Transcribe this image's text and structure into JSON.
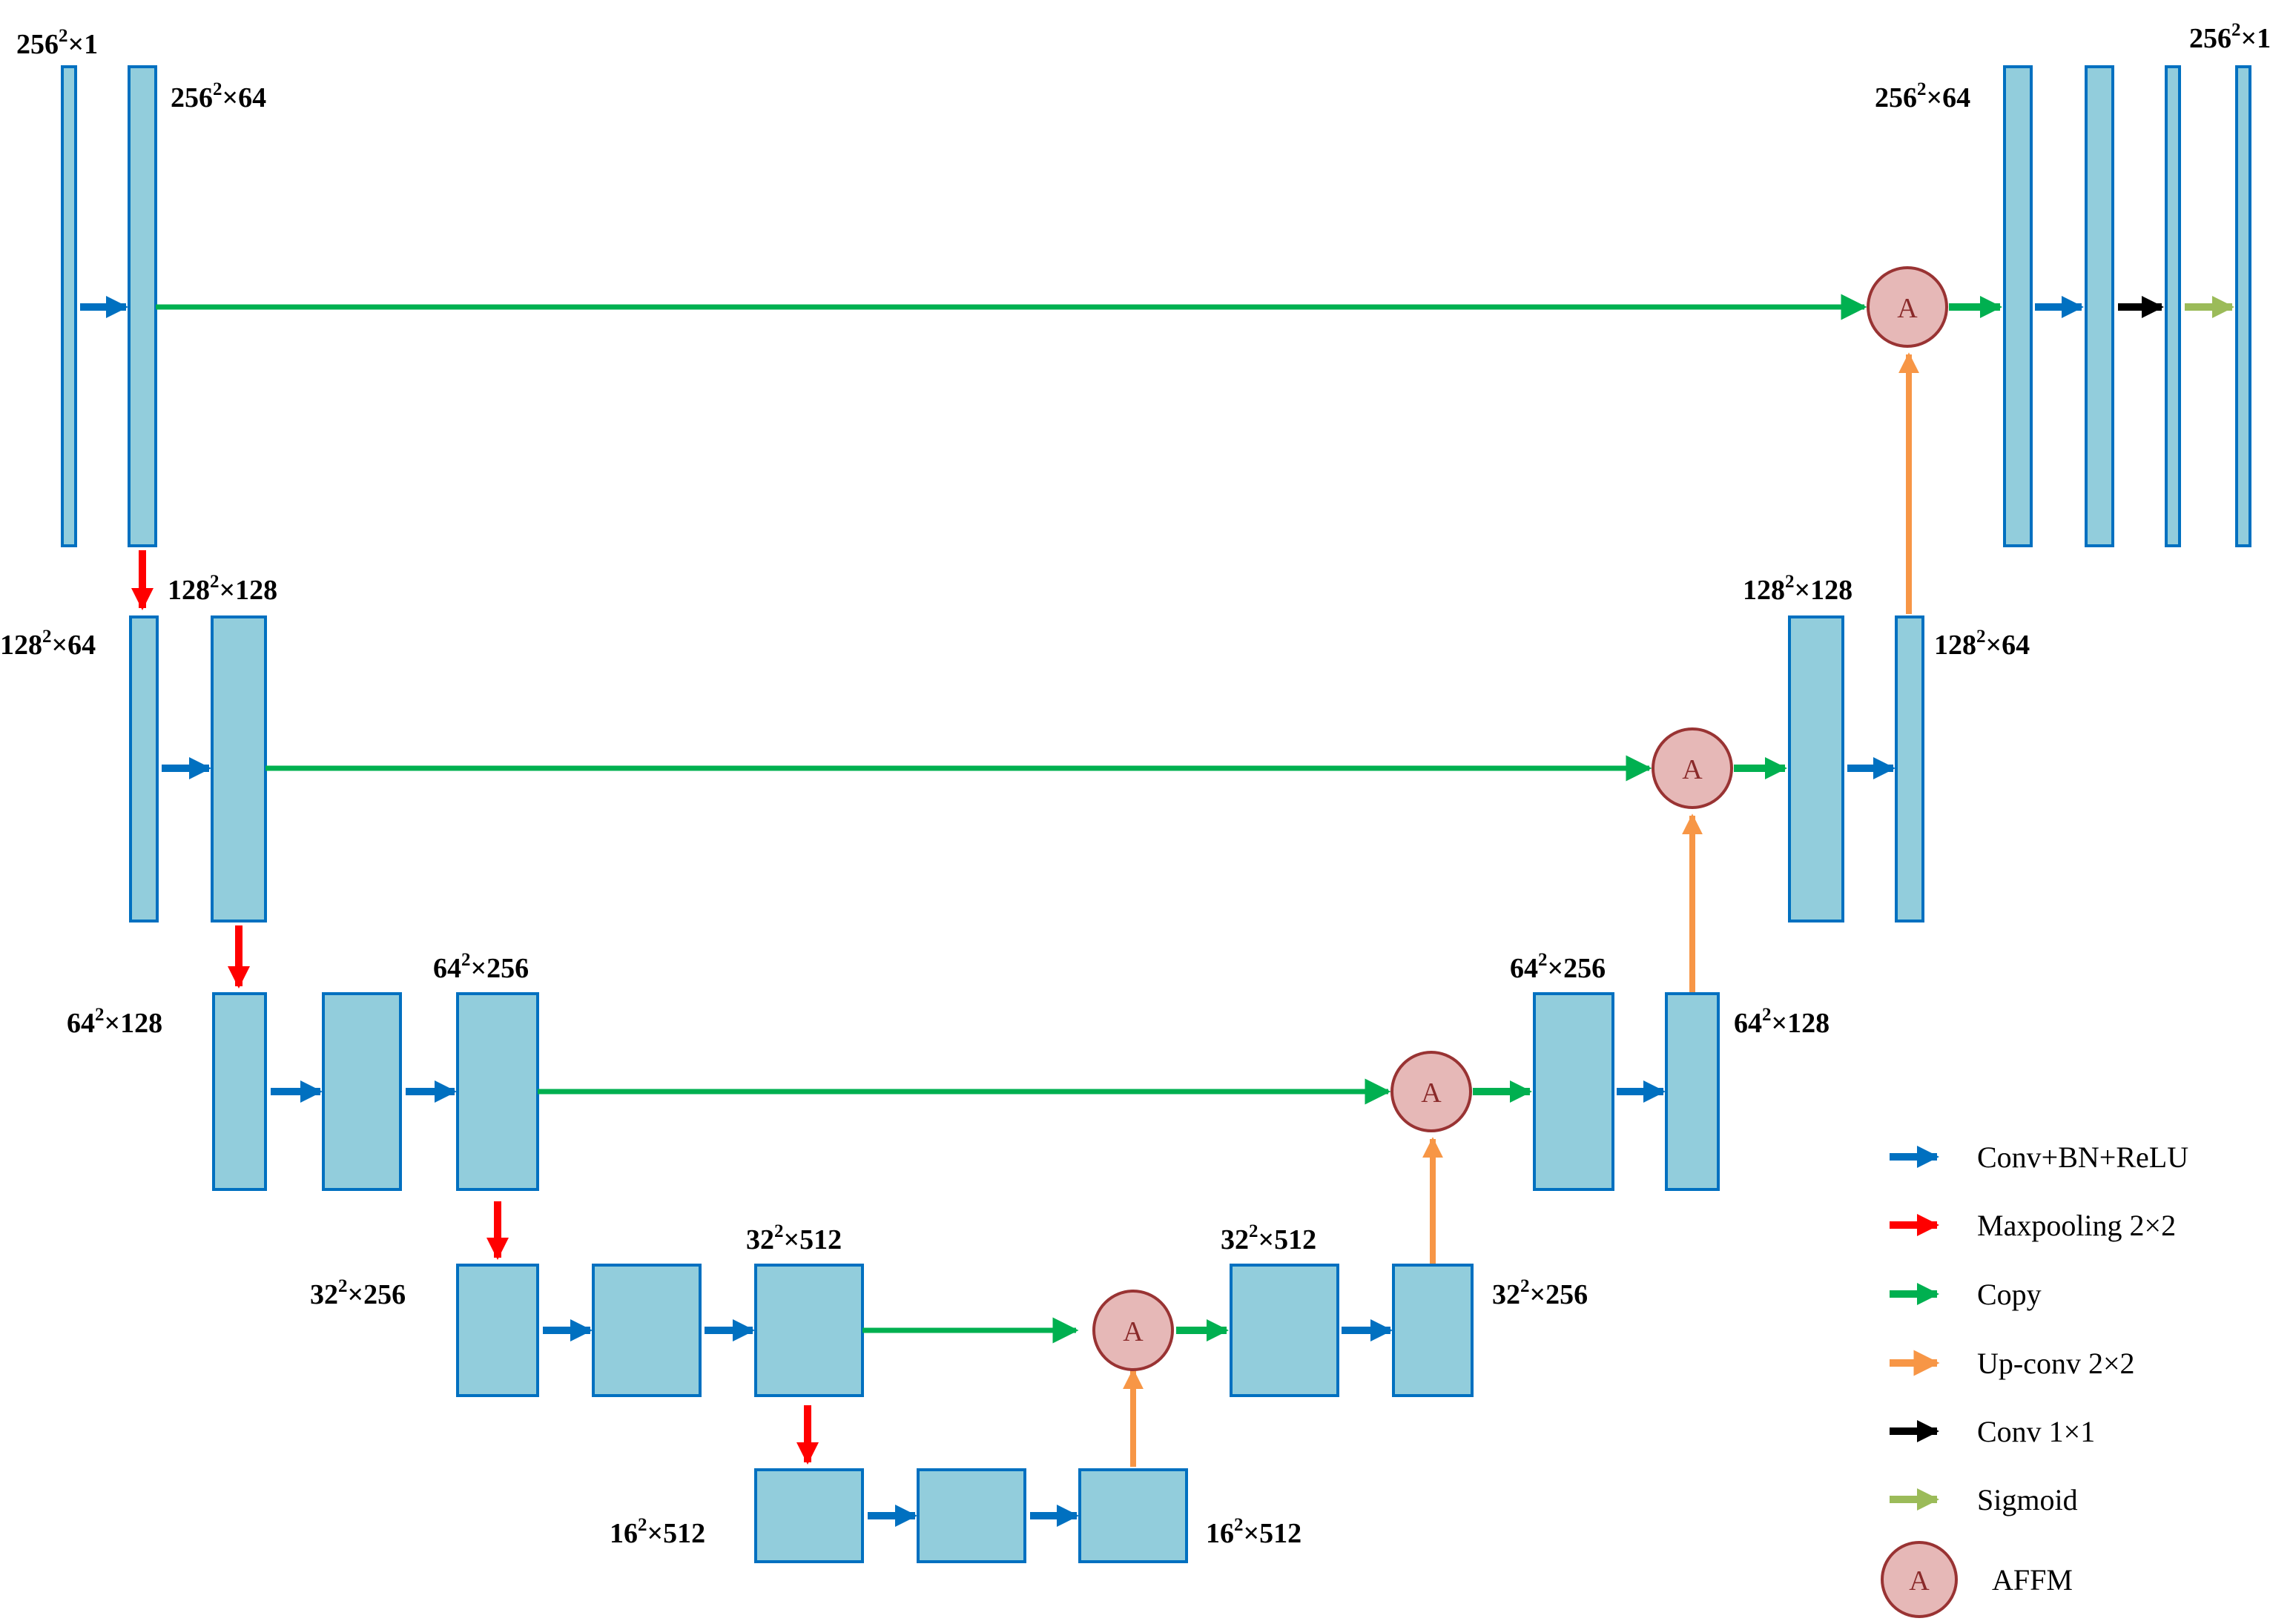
{
  "colors": {
    "block_fill": "#92cddc",
    "block_stroke": "#0070c0",
    "conv": "#0070c0",
    "maxpool": "#ff0000",
    "copy": "#00b050",
    "upconv": "#f79646",
    "conv1x1": "#000000",
    "sigmoid": "#9bbb59",
    "affm_fill": "#e6b8b7",
    "affm_stroke": "#993333"
  },
  "node_letter": "A",
  "labels": {
    "l0_in": {
      "base": "256",
      "rest": "×1"
    },
    "l0_enc": {
      "base": "256",
      "rest": "×64"
    },
    "l0_dec": {
      "base": "256",
      "rest": "×64"
    },
    "l0_out": {
      "base": "256",
      "rest": "×1"
    },
    "l1_enc_a": {
      "base": "128",
      "rest": "×128"
    },
    "l1_enc_b": {
      "base": "128",
      "rest": "×64"
    },
    "l1_dec_a": {
      "base": "128",
      "rest": "×128"
    },
    "l1_dec_b": {
      "base": "128",
      "rest": "×64"
    },
    "l2_enc_a": {
      "base": "64",
      "rest": "×256"
    },
    "l2_enc_b": {
      "base": "64",
      "rest": "×128"
    },
    "l2_dec_a": {
      "base": "64",
      "rest": "×256"
    },
    "l2_dec_b": {
      "base": "64",
      "rest": "×128"
    },
    "l3_enc_a": {
      "base": "32",
      "rest": "×512"
    },
    "l3_enc_b": {
      "base": "32",
      "rest": "×256"
    },
    "l3_dec_a": {
      "base": "32",
      "rest": "×512"
    },
    "l3_dec_b": {
      "base": "32",
      "rest": "×256"
    },
    "l4_a": {
      "base": "16",
      "rest": "×512"
    },
    "l4_b": {
      "base": "16",
      "rest": "×512"
    },
    "exponent": "2"
  },
  "legend": [
    {
      "key": "conv",
      "label": "Conv+BN+ReLU"
    },
    {
      "key": "maxpool",
      "label": "Maxpooling 2×2"
    },
    {
      "key": "copy",
      "label": "Copy"
    },
    {
      "key": "upconv",
      "label": "Up-conv 2×2"
    },
    {
      "key": "conv1x1",
      "label": "Conv 1×1"
    },
    {
      "key": "sigmoid",
      "label": "Sigmoid"
    },
    {
      "key": "affm",
      "label": "AFFM"
    }
  ]
}
